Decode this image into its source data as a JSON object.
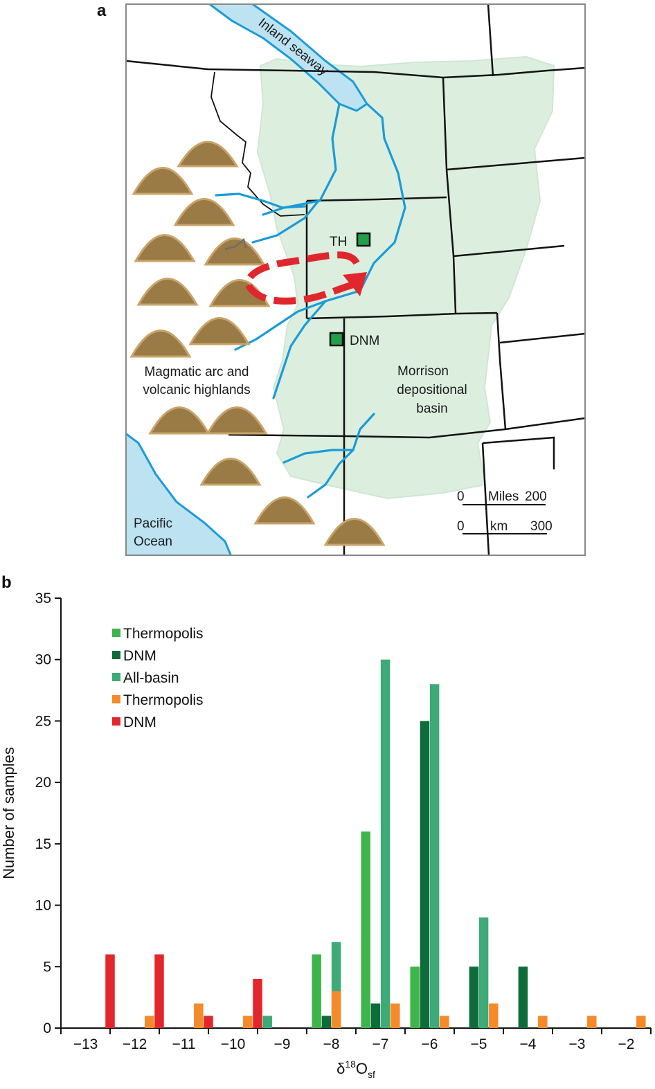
{
  "panels": {
    "a": "a",
    "b": "b"
  },
  "map": {
    "labels": {
      "inland_seaway": "Inland seaway",
      "th": "TH",
      "dnm": "DNM",
      "arc_line1": "Magmatic arc and",
      "arc_line2": "volcanic highlands",
      "basin_line1": "Morrison",
      "basin_line2": "depositional",
      "basin_line3": "basin",
      "ocean_line1": "Pacific",
      "ocean_line2": "Ocean"
    },
    "scale": {
      "miles_zero": "0",
      "miles_unit": "Miles",
      "miles_max": "200",
      "km_zero": "0",
      "km_unit": "km",
      "km_max": "300"
    },
    "colors": {
      "basin": "#dcefdf",
      "water": "#bde3f2",
      "river": "#1b9bd7",
      "highland": "#9a7a45",
      "arrow": "#e0272d",
      "site": "#21a04a"
    }
  },
  "chart_data": {
    "type": "bar",
    "xlabel_main": "δ",
    "xlabel_sup": "18",
    "xlabel_O": "O",
    "xlabel_sub": "sf",
    "ylabel": "Number of samples",
    "ylim": [
      0,
      35
    ],
    "yticks": [
      0,
      5,
      10,
      15,
      20,
      25,
      30,
      35
    ],
    "xlim": [
      -13.5,
      -1.5
    ],
    "xticks": [
      -13,
      -12,
      -11,
      -10,
      -9,
      -8,
      -7,
      -6,
      -5,
      -4,
      -3,
      -2
    ],
    "xtick_labels": [
      "−13",
      "−12",
      "−11",
      "−10",
      "−9",
      "−8",
      "−7",
      "−6",
      "−5",
      "−4",
      "−3",
      "−2"
    ],
    "legend_position": "top-left",
    "series": [
      {
        "name": "Thermopolis",
        "color": "#3db54a",
        "x": [
          -8.3,
          -7.3,
          -6.3
        ],
        "values": [
          6,
          16,
          5
        ]
      },
      {
        "name": "DNM",
        "color": "#0e6b3a",
        "x": [
          -8.1,
          -7.1,
          -6.1,
          -5.1,
          -4.1
        ],
        "values": [
          1,
          2,
          25,
          5,
          5
        ]
      },
      {
        "name": "All-basin",
        "color": "#3daa78",
        "x": [
          -9.3,
          -7.9,
          -6.9,
          -5.9,
          -4.9
        ],
        "values": [
          1,
          7,
          30,
          28,
          9
        ]
      },
      {
        "name": "Thermopolis",
        "color": "#f58a2a",
        "x": [
          -11.7,
          -10.7,
          -9.7,
          -7.9,
          -6.7,
          -5.7,
          -4.7,
          -3.7,
          -2.7,
          -1.7
        ],
        "values": [
          1,
          2,
          1,
          3,
          2,
          1,
          2,
          1,
          1,
          1
        ]
      },
      {
        "name": "DNM",
        "color": "#e3262b",
        "x": [
          -12.5,
          -11.5,
          -10.5,
          -9.5
        ],
        "values": [
          6,
          6,
          1,
          4
        ]
      }
    ]
  }
}
